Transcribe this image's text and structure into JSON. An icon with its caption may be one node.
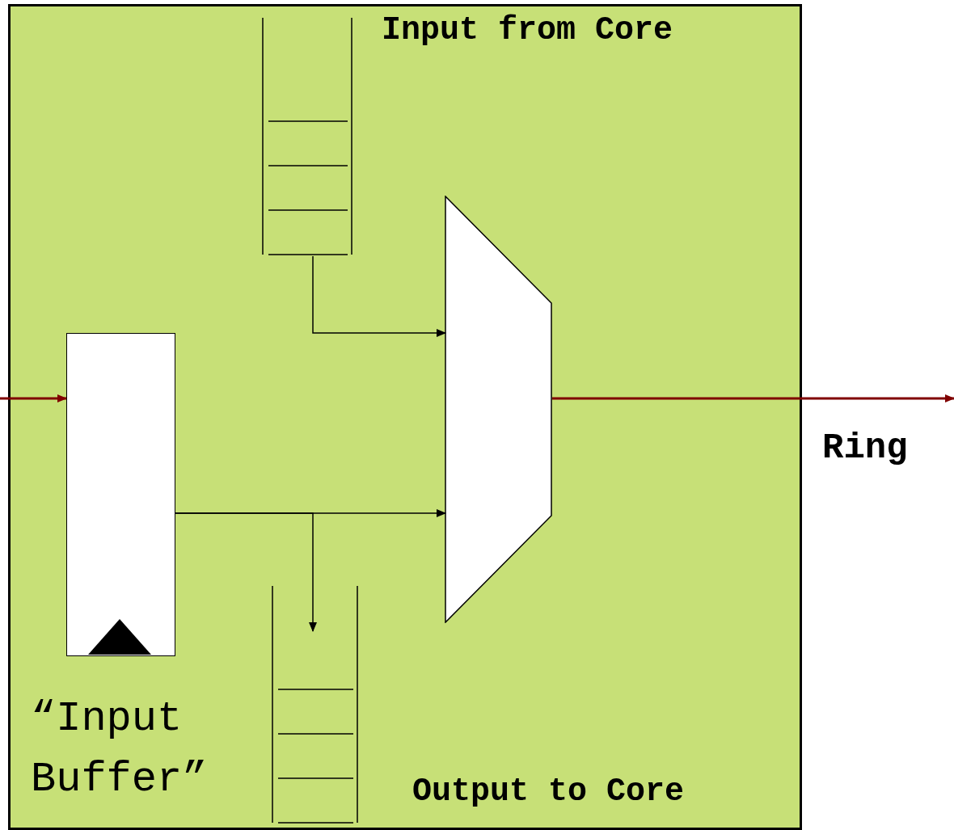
{
  "diagram": {
    "nodes": [
      {
        "text": [],
        "shape": "box"
      },
      {
        "text": [],
        "shape": "queue",
        "in": 0,
        "beside": [
          "Input from Core"
        ]
      },
      {
        "text": [],
        "shape": "box",
        "in": 0,
        "beside": [
          "“Input Buffer”"
        ]
      },
      {
        "text": [],
        "shape": "trapezoid",
        "in": 0
      },
      {
        "text": [],
        "shape": "queue",
        "in": 0,
        "beside": [
          "Output to Core"
        ]
      }
    ],
    "edges": [
      {
        "from": null,
        "to": 2,
        "arrow": "to",
        "color": "#800000"
      },
      {
        "from": 1,
        "to": 3,
        "arrow": "to"
      },
      {
        "from": 2,
        "to": 3,
        "arrow": "to"
      },
      {
        "from": 2,
        "to": 4,
        "arrow": "to"
      },
      {
        "from": 3,
        "to": null,
        "arrow": "to",
        "color": "#800000",
        "label": "Ring"
      }
    ]
  }
}
